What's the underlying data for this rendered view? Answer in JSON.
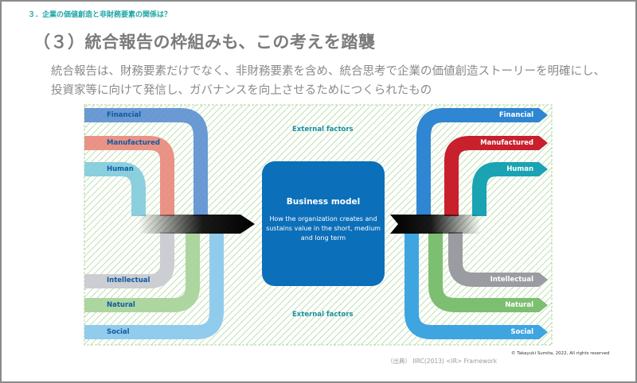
{
  "header": {
    "section_label": "３．企業の価値創造と非財務要素の関係は？",
    "title": "（３）統合報告の枠組みも、この考えを踏襲",
    "subtitle_line1": "統合報告は、財務要素だけでなく、非財務要素を含め、統合思考で企業の価値創造ストーリーを明確にし、",
    "subtitle_line2": "投資家等に向けて発信し、ガバナンスを向上させるためにつくられたもの"
  },
  "diagram": {
    "business_model": {
      "title": "Business model",
      "description": "How the organization creates and sustains value in the short, medium and long term"
    },
    "external_factors_top": "External factors",
    "external_factors_bottom": "External factors",
    "input_capitals": [
      {
        "label": "Financial",
        "color": "#5b8fd0"
      },
      {
        "label": "Manufactured",
        "color": "#e9877a"
      },
      {
        "label": "Human",
        "color": "#7fcbdc"
      },
      {
        "label": "Intellectual",
        "color": "#c9cbd1"
      },
      {
        "label": "Natural",
        "color": "#a9d49b"
      },
      {
        "label": "Social",
        "color": "#8cc9ec"
      }
    ],
    "output_capitals": [
      {
        "label": "Financial",
        "color": "#2f86d2"
      },
      {
        "label": "Manufactured",
        "color": "#c8202d"
      },
      {
        "label": "Human",
        "color": "#1aa3b2"
      },
      {
        "label": "Intellectual",
        "color": "#9a9ca1"
      },
      {
        "label": "Natural",
        "color": "#7dbf71"
      },
      {
        "label": "Social",
        "color": "#3fa5e0"
      }
    ]
  },
  "footer": {
    "source": "（出典） IIRC(2013) <IR> Framework",
    "copyright": "© Takayuki Sumita, 2022, All rights reserved"
  }
}
